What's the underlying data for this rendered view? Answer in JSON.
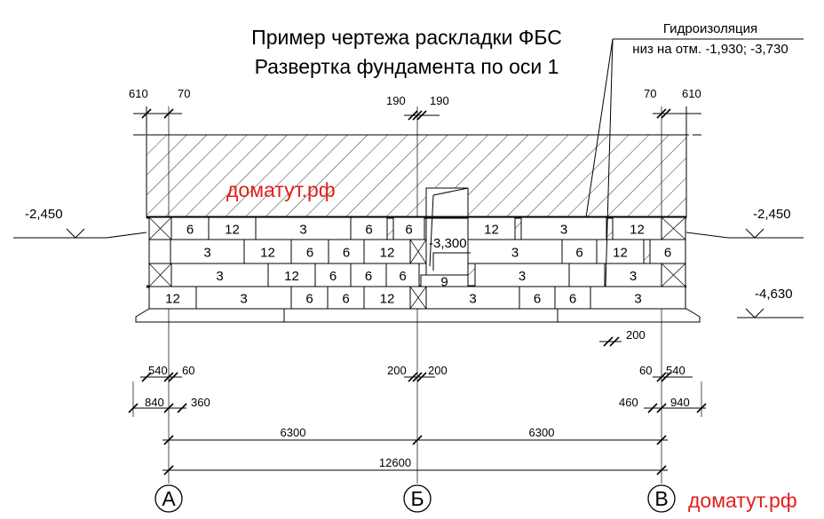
{
  "title": {
    "line1": "Пример чертежа раскладки ФБС",
    "line2": "Развертка фундамента по оси 1"
  },
  "note": {
    "line1": "Гидроизоляция",
    "line2": "низ на отм. -1,930; -3,730"
  },
  "watermark": "доматут.рф",
  "watermark_color": "#e0201b",
  "levels": {
    "left": "-2,450",
    "right": "-2,450",
    "bottom": "-4,630",
    "opening": "-3,300"
  },
  "top_dims": {
    "l610": "610",
    "l70": "70",
    "c190a": "190",
    "c190b": "190",
    "r70": "70",
    "r610": "610"
  },
  "rows": [
    [
      "6",
      "12",
      "3",
      "6",
      "6",
      "12",
      "3",
      "12"
    ],
    [
      "3",
      "12",
      "6",
      "6",
      "12",
      "3",
      "6",
      "12",
      "6"
    ],
    [
      "3",
      "12",
      "6",
      "6",
      "6",
      "9",
      "3",
      "3"
    ],
    [
      "12",
      "3",
      "6",
      "6",
      "12",
      "3",
      "6",
      "6",
      "3"
    ]
  ],
  "bottom_dims": {
    "d200": "200",
    "l540": "540",
    "l60": "60",
    "l840": "840",
    "l360": "360",
    "c200a": "200",
    "c200b": "200",
    "r60": "60",
    "r540": "540",
    "r460": "460",
    "r940": "940",
    "span1": "6300",
    "span2": "6300",
    "total": "12600"
  },
  "axes": [
    "А",
    "Б",
    "В"
  ]
}
